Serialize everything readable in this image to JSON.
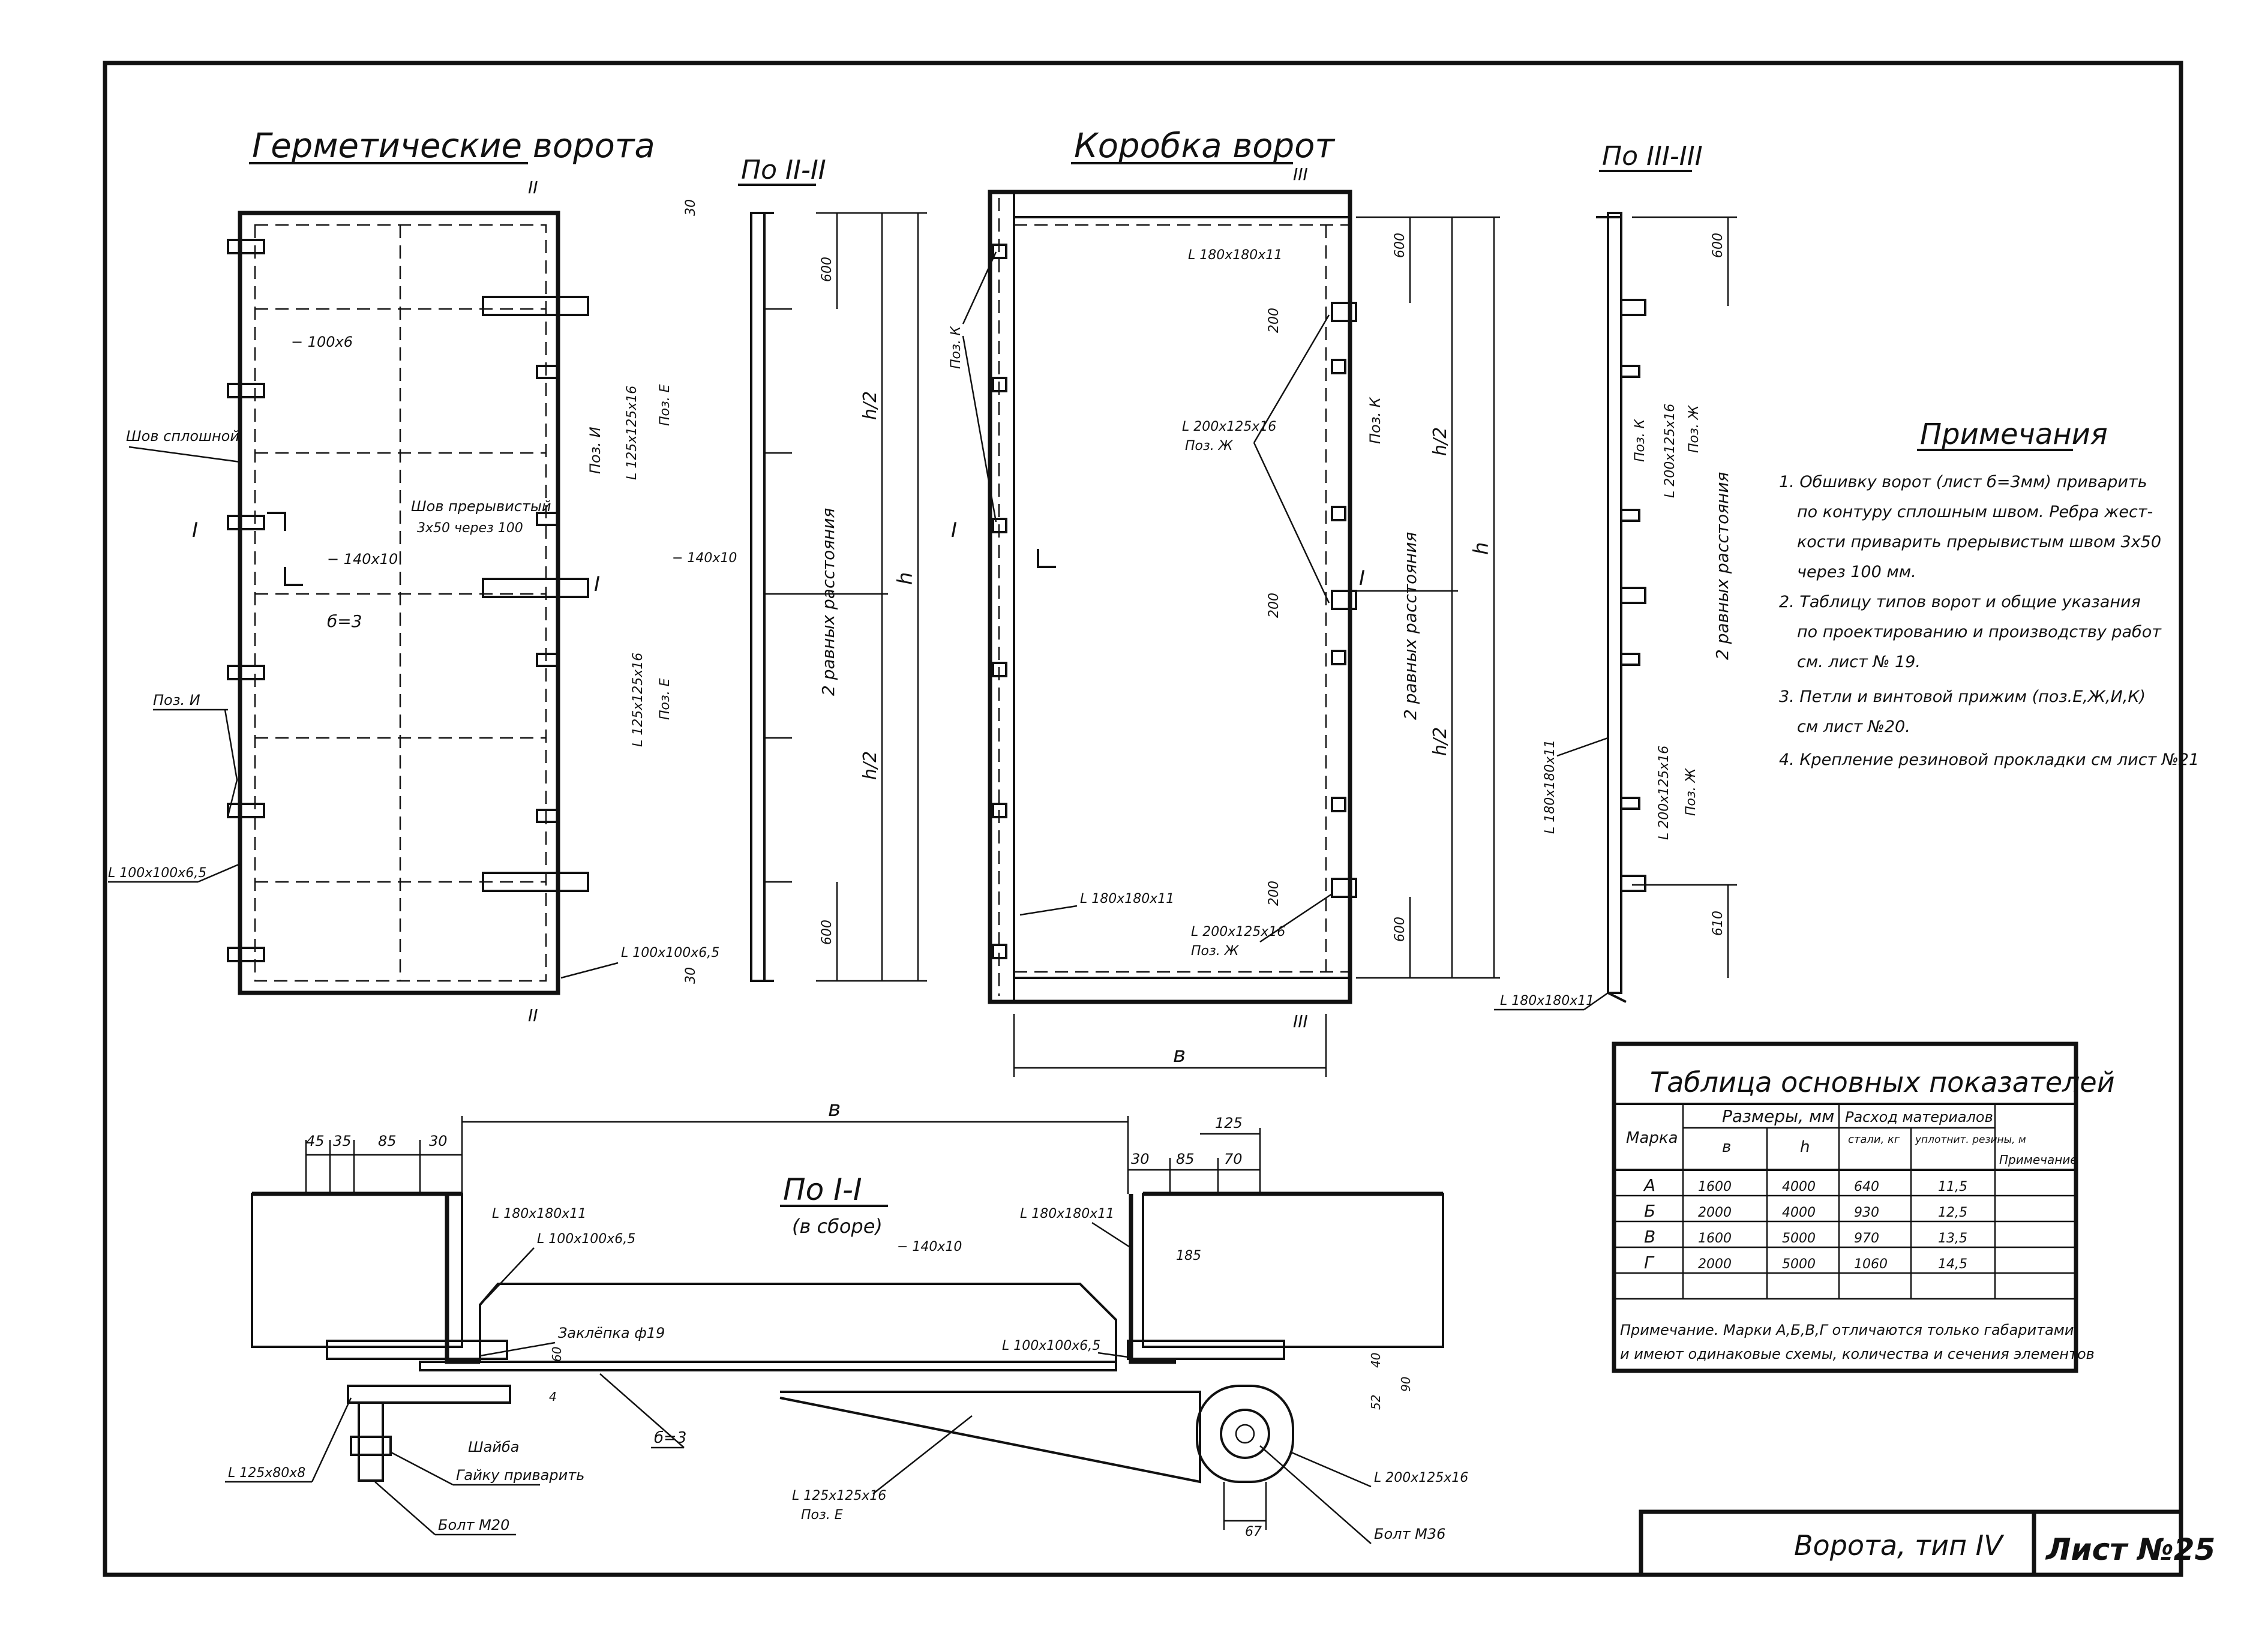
{
  "titles": {
    "gate": "Герметические ворота",
    "sec2": "По II-II",
    "box": "Коробка ворот",
    "sec3": "По III-III",
    "sec1": "По I-I",
    "sec1_sub": "(в сборе)"
  },
  "section_marks": {
    "I": "I",
    "II": "II",
    "III": "III"
  },
  "gate_labels": {
    "plate": "− 100х6",
    "weld": "Шов сплошной",
    "weld_int": "Шов прерывистый",
    "weld_int2": "3х50 через 100",
    "flat": "− 140х10",
    "delta": "б=3",
    "poz_i": "Поз. И",
    "angle": "L 100х100х6,5",
    "angle2": "L 100х100х6,5",
    "poz_i2": "Поз. И",
    "l125": "L 125х125х16",
    "poz_e": "Поз. Е",
    "l125b": "L 125х125х16",
    "poz_e2": "Поз. Е"
  },
  "dims_sec2": {
    "d30_top": "30",
    "d600_top": "600",
    "h2_top": "h/2",
    "h": "h",
    "eq": "2 равных расстояния",
    "h2_bot": "h/2",
    "d600_bot": "600",
    "d30_bot": "30",
    "flat": "− 140х10"
  },
  "box_labels": {
    "l180_top": "L 180х180х11",
    "l200": "L 200х125х16",
    "poz_zh": "Поз. Ж",
    "poz_k": "Поз. К",
    "poz_k2": "Поз. К",
    "l180_bot": "L 180х180х11",
    "l200b": "L 200х125х16",
    "poz_zh2": "Поз. Ж",
    "d200a": "200",
    "d200b": "200",
    "d200c": "200",
    "d600a": "600",
    "d600b": "600",
    "h2a": "h/2",
    "h2b": "h/2",
    "h": "h",
    "eq": "2 равных расстояния",
    "b": "в"
  },
  "sec3_labels": {
    "d600": "600",
    "poz_k": "Поз. К",
    "l200": "L 200х125х16",
    "poz_zh": "Поз. Ж",
    "eq": "2 равных расстояния",
    "l180": "L 180х180х11",
    "l200b": "L 200х125х16",
    "poz_zh2": "Поз. Ж",
    "d610": "610",
    "l180b": "L 180х180х11"
  },
  "notes": {
    "title": "Примечания",
    "items": [
      "1. Обшивку ворот (лист б=3мм) приварить",
      "по контуру сплошным швом. Ребра жест-",
      "кости приварить прерывистым швом 3х50",
      "через 100 мм.",
      "2. Таблицу типов ворот и общие указания",
      "по проектированию и производству работ",
      "см. лист № 19.",
      "3. Петли и винтовой прижим (поз.Е,Ж,И,К)",
      "см лист №20.",
      "4. Крепление резиновой прокладки см лист №21"
    ]
  },
  "table": {
    "title": "Таблица основных показателей",
    "h_mark": "Марка",
    "h_sizes": "Размеры, мм",
    "h_material": "Расход материалов",
    "h_b": "в",
    "h_h": "h",
    "h_steel": "стали, кг",
    "h_rubber": "уплотнит. резины, м",
    "h_note": "Примечание",
    "rows": [
      [
        "А",
        "1600",
        "4000",
        "640",
        "11,5"
      ],
      [
        "Б",
        "2000",
        "4000",
        "930",
        "12,5"
      ],
      [
        "В",
        "1600",
        "5000",
        "970",
        "13,5"
      ],
      [
        "Г",
        "2000",
        "5000",
        "1060",
        "14,5"
      ]
    ],
    "note1": "Примечание. Марки А,Б,В,Г отличаются только габаритами",
    "note2": "и имеют одинаковые схемы, количества и сечения элементов"
  },
  "sec1_labels": {
    "b": "в",
    "d45": "45",
    "d35": "35",
    "d85": "85",
    "d30": "30",
    "d30r": "30",
    "d85r": "85",
    "d70": "70",
    "d125": "125",
    "l180": "L 180х180х11",
    "l100": "L 100х100х6,5",
    "l180r": "L 180х180х11",
    "flat": "− 140х10",
    "rivet": "Заклёпка ф19",
    "l100r": "L 100х100х6,5",
    "d185": "185",
    "d60": "60",
    "d4": "4",
    "delta": "б=3",
    "washer": "Шайба",
    "nut": "Гайку приварить",
    "bolt": "Болт М20",
    "l125x80": "L 125х80х8",
    "l125": "L 125х125х16",
    "poz_e": "Поз. Е",
    "l200": "L 200х125х16",
    "bolt36": "Болт М36",
    "d67": "67",
    "d52": "52",
    "d90": "90",
    "d40": "40"
  },
  "stamp": {
    "name": "Ворота, тип IV",
    "sheet": "Лист №25"
  }
}
